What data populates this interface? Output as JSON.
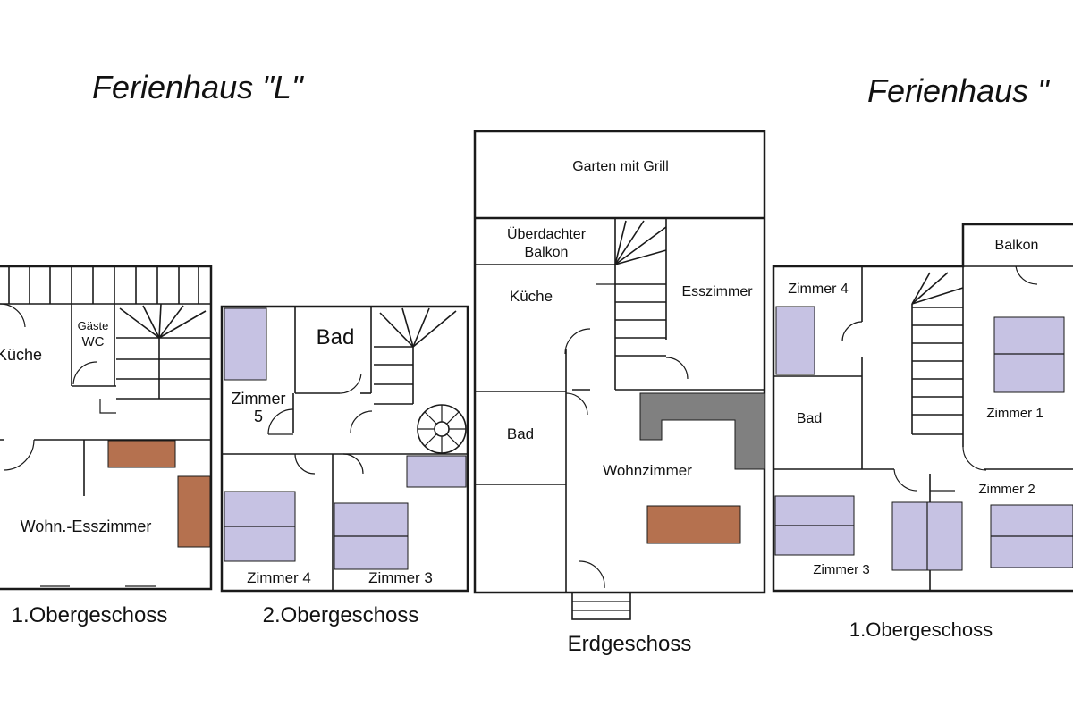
{
  "titles": {
    "left": "Ferienhaus \"L\"",
    "right": "Ferienhaus \""
  },
  "floors": {
    "l_1og": "1.Obergeschoss",
    "l_2og": "2.Obergeschoss",
    "eg": "Erdgeschoss",
    "r_1og": "1.Obergeschoss"
  },
  "rooms": {
    "l1_kueche": "Küche",
    "l1_gaeste": "Gäste",
    "l1_wc": "WC",
    "l1_wohn": "Wohn.-Esszimmer",
    "l2_bad": "Bad",
    "l2_zimmer5_a": "Zimmer",
    "l2_zimmer5_b": "5",
    "l2_zimmer4": "Zimmer 4",
    "l2_zimmer3": "Zimmer 3",
    "eg_garten": "Garten mit Grill",
    "eg_balkon_a": "Überdachter",
    "eg_balkon_b": "Balkon",
    "eg_kueche": "Küche",
    "eg_esszimmer": "Esszimmer",
    "eg_bad": "Bad",
    "eg_wohnzimmer": "Wohnzimmer",
    "r_zimmer4": "Zimmer 4",
    "r_balkon": "Balkon",
    "r_bad": "Bad",
    "r_zimmer1": "Zimmer 1",
    "r_zimmer2": "Zimmer 2",
    "r_zimmer3": "Zimmer 3"
  },
  "colors": {
    "wall": "#1a1a1a",
    "bed": "#c6c2e3",
    "table": "#b5714f",
    "chimney": "#808080",
    "background": "#ffffff"
  }
}
